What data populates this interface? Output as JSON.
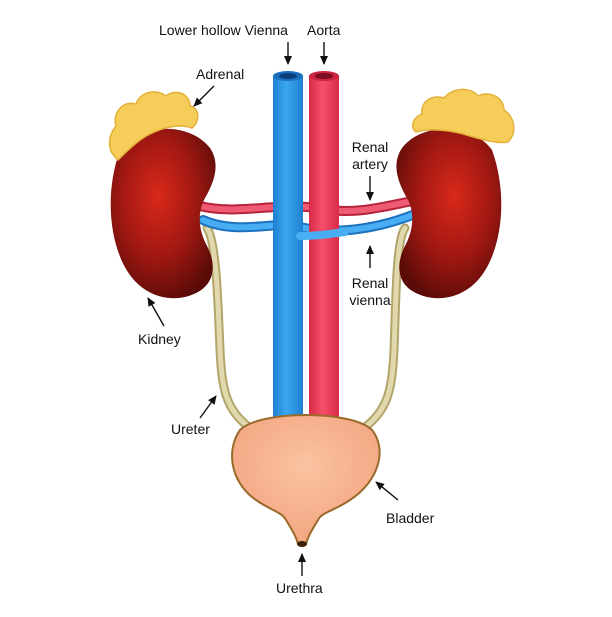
{
  "labels": {
    "vena_cava": "Lower hollow Vienna",
    "aorta": "Aorta",
    "adrenal": "Adrenal",
    "renal_artery_line1": "Renal",
    "renal_artery_line2": "artery",
    "renal_vein_line1": "Renal",
    "renal_vein_line2": "vienna",
    "kidney": "Kidney",
    "ureter": "Ureter",
    "bladder": "Bladder",
    "urethra": "Urethra"
  },
  "colors": {
    "vein_blue": "#2e9be8",
    "artery_red": "#ef3d5a",
    "kidney_dark": "#6e0f0a",
    "kidney_light": "#d2261a",
    "adrenal_yellow": "#f7cf5a",
    "ureter_tan": "#d8cf9e",
    "bladder_pink": "#f7b48e",
    "bladder_outline": "#9a6a2a"
  }
}
